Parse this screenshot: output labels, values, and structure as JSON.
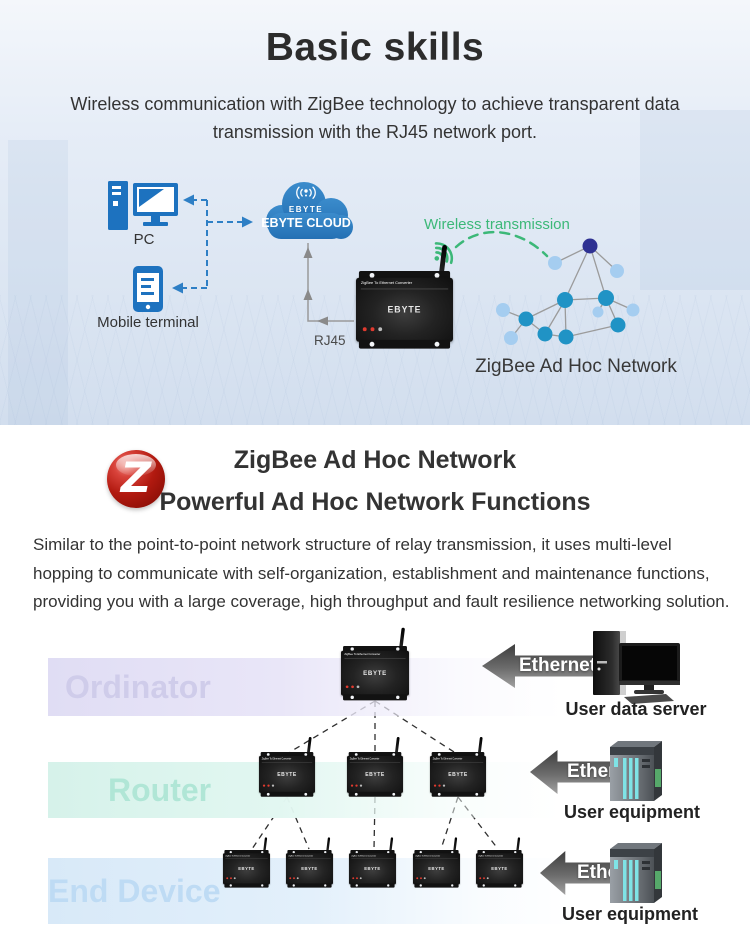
{
  "hero": {
    "title": "Basic skills",
    "subtitle": "Wireless communication with ZigBee technology to achieve transparent data transmission with the RJ45 network port.",
    "pc_label": "PC",
    "mobile_label": "Mobile terminal",
    "cloud_brand": "EBYTE",
    "cloud_label": "EBYTE CLOUD",
    "rj45_label": "RJ45",
    "wireless_label": "Wireless transmission",
    "network_label": "ZigBee Ad Hoc Network"
  },
  "features": {
    "heading_line1": "ZigBee Ad Hoc Network",
    "heading_line2": "Powerful Ad Hoc Network Functions",
    "logo_letter": "Z",
    "paragraph": "Similar to the point-to-point network structure of relay transmission, it uses multi-level hopping to communicate with self-organization, establishment and maintenance functions, providing you with a large coverage, high throughput and fault resilience networking solution.",
    "rows": [
      {
        "label": "Ordinator",
        "arrow": "Ethernet",
        "right_label": "User data server"
      },
      {
        "label": "Router",
        "arrow": "Ethernet",
        "right_label": "User equipment"
      },
      {
        "label": "End Device",
        "arrow": "Ethernet",
        "right_label": "User equipment"
      }
    ]
  },
  "device": {
    "title": "ZigBee To Ethernet Converter",
    "brand": "EBYTE"
  },
  "colors": {
    "accent_blue": "#2d7fc3",
    "green": "#3cb878",
    "navy_node": "#2e3192",
    "teal_node": "#2093c5",
    "light_node": "#a5cdf0",
    "ordinator_band": "#e0ddf4",
    "router_band": "#d6f2ea",
    "end_device_band": "#d8e9f8",
    "arrow_gray": "#6c6c6c",
    "logo_red": "#b21a10"
  }
}
